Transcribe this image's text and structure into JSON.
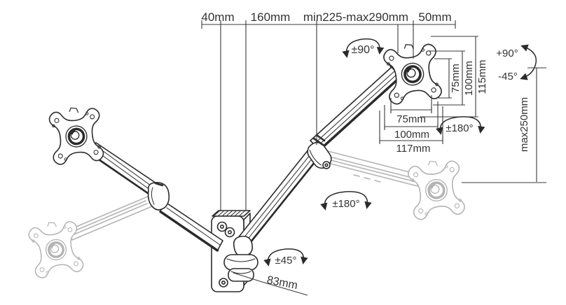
{
  "diagram": {
    "subject": "dual-monitor gas-spring wall mount arm - dimension drawing",
    "dimensions": {
      "top": [
        "40mm",
        "160mm",
        "min225-max290mm",
        "50mm"
      ],
      "vesa_horizontal": [
        "75mm",
        "100mm",
        "117mm"
      ],
      "vesa_vertical": [
        "75mm",
        "100mm",
        "115mm"
      ],
      "height_range": "max250mm",
      "wall_bracket_depth": "83mm"
    },
    "angles": {
      "monitor_swivel": "±90°",
      "monitor_rotation": "±180°",
      "arm_rotation": "±180°",
      "wall_joint": "±45°",
      "tilt_up": "+90°",
      "tilt_down": "-45°"
    },
    "colors": {
      "line": "#2b2b2b",
      "ghost": "#b4b4b4",
      "label": "#333333",
      "background": "#ffffff"
    }
  }
}
